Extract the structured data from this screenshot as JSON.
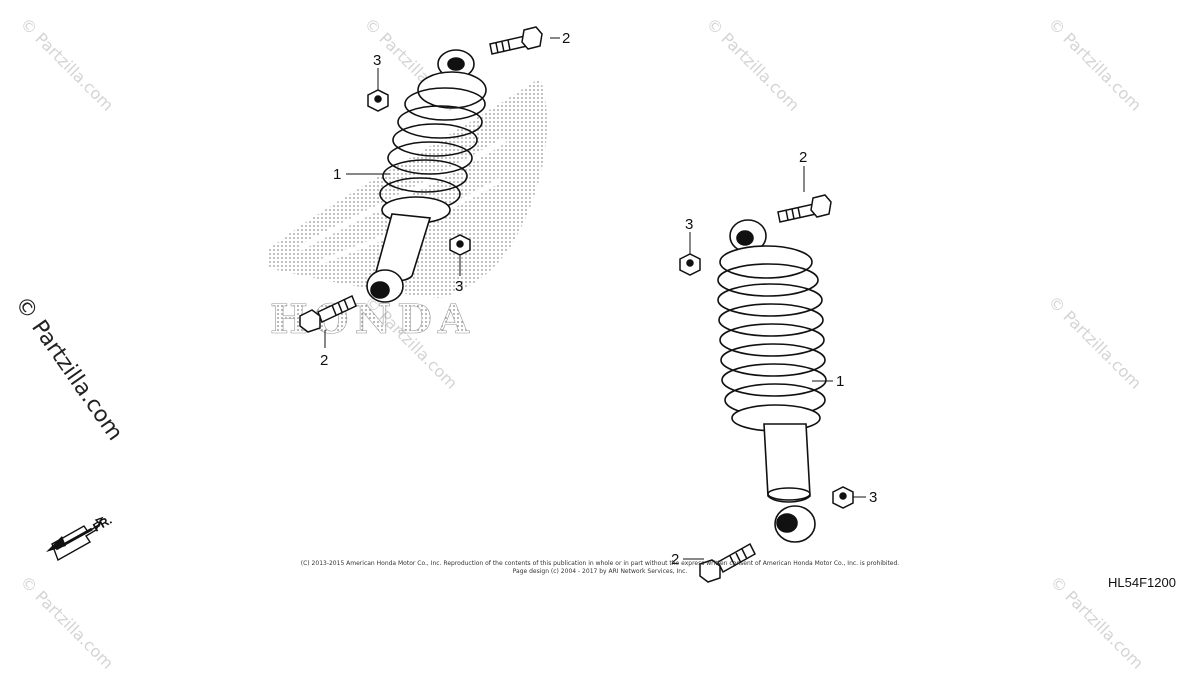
{
  "watermarks": {
    "text": "© Partzilla.com",
    "side_text": "© Partzilla.com"
  },
  "brand_watermark": "HONDA",
  "callouts": {
    "left_shock": "1",
    "left_top_bolt": "2",
    "left_top_nut": "3",
    "left_bottom_nut": "3",
    "left_bottom_bolt": "2",
    "right_top_bolt": "2",
    "right_top_nut": "3",
    "right_shock": "1",
    "right_bottom_nut": "3",
    "right_bottom_bolt": "2"
  },
  "front_indicator": "FR.",
  "copyright_line1": "(C) 2013-2015 American Honda Motor Co., Inc. Reproduction of the contents of this publication in whole or in part without the express written consent of American Honda Motor Co., Inc. is prohibited.",
  "copyright_line2": "Page design (c) 2004 - 2017 by ARI Network Services, Inc.",
  "diagram_code": "HL54F1200"
}
